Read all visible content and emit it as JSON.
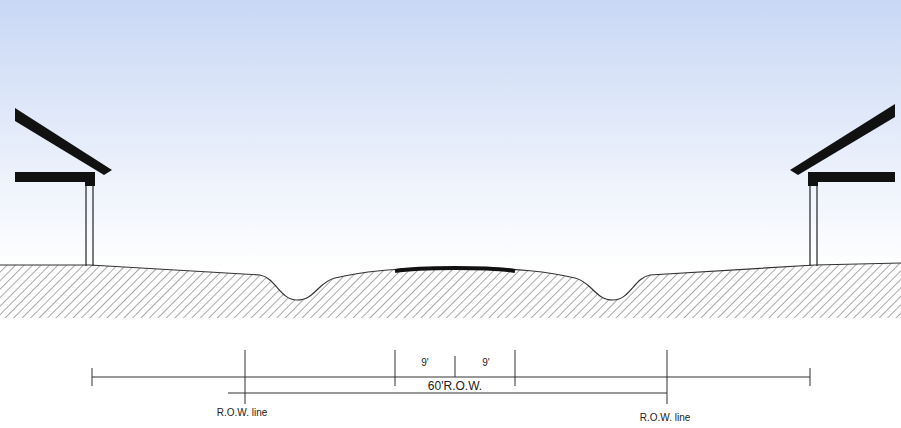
{
  "diagram": {
    "labels": [
      "9'",
      "9'",
      "60'R.O.W.",
      "R.O.W. line",
      "R.O.W. line"
    ]
  }
}
